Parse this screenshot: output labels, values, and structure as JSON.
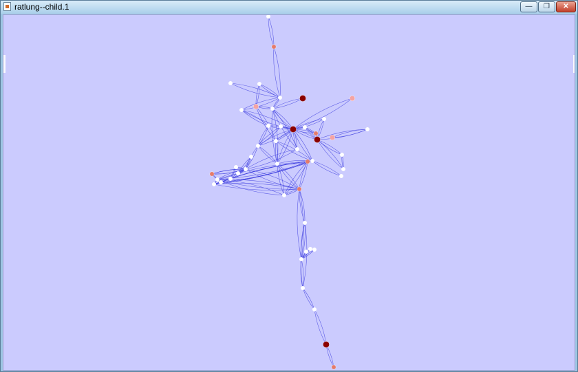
{
  "window": {
    "title": "ratlung--child.1"
  },
  "controls": {
    "minimize_symbol": "—",
    "maximize_symbol": "❐",
    "close_symbol": "✕"
  },
  "graph": {
    "colors": {
      "background": "#cbcbfe",
      "edge": "#3a3ade",
      "node_white": "#ffffff",
      "node_pink": "#f4a3a3",
      "node_salmon": "#e47b6b",
      "node_dark": "#8b0000"
    },
    "nodes": [
      {
        "id": "n1",
        "shade": "white",
        "label": ""
      },
      {
        "id": "n2",
        "shade": "salmon",
        "label": ""
      },
      {
        "id": "n3",
        "shade": "white",
        "label": ""
      },
      {
        "id": "n4",
        "shade": "white",
        "label": ""
      },
      {
        "id": "n5",
        "shade": "white",
        "label": ""
      },
      {
        "id": "n6",
        "shade": "pink",
        "label": ""
      },
      {
        "id": "n7",
        "shade": "dark",
        "label": ""
      },
      {
        "id": "n8",
        "shade": "white",
        "label": ""
      },
      {
        "id": "n9",
        "shade": "pink",
        "label": ""
      },
      {
        "id": "n10",
        "shade": "white",
        "label": ""
      },
      {
        "id": "n11",
        "shade": "white",
        "label": ""
      },
      {
        "id": "n12",
        "shade": "white",
        "label": ""
      },
      {
        "id": "n13",
        "shade": "dark",
        "label": ""
      },
      {
        "id": "n14",
        "shade": "white",
        "label": ""
      },
      {
        "id": "n15",
        "shade": "white",
        "label": ""
      },
      {
        "id": "n16",
        "shade": "salmon",
        "label": ""
      },
      {
        "id": "n17",
        "shade": "dark",
        "label": ""
      },
      {
        "id": "n18",
        "shade": "white",
        "label": ""
      },
      {
        "id": "n19",
        "shade": "white",
        "label": ""
      },
      {
        "id": "n20",
        "shade": "pink",
        "label": ""
      },
      {
        "id": "n21",
        "shade": "white",
        "label": ""
      },
      {
        "id": "n22",
        "shade": "white",
        "label": ""
      },
      {
        "id": "n23",
        "shade": "white",
        "label": ""
      },
      {
        "id": "n24",
        "shade": "white",
        "label": ""
      },
      {
        "id": "n25",
        "shade": "white",
        "label": ""
      },
      {
        "id": "n26",
        "shade": "white",
        "label": ""
      },
      {
        "id": "n27",
        "shade": "white",
        "label": ""
      },
      {
        "id": "n28",
        "shade": "white",
        "label": ""
      },
      {
        "id": "n29",
        "shade": "salmon",
        "label": ""
      },
      {
        "id": "n30",
        "shade": "white",
        "label": ""
      },
      {
        "id": "n31",
        "shade": "white",
        "label": ""
      },
      {
        "id": "n32",
        "shade": "white",
        "label": ""
      },
      {
        "id": "n33",
        "shade": "white",
        "label": ""
      },
      {
        "id": "n34",
        "shade": "salmon",
        "label": ""
      },
      {
        "id": "n35",
        "shade": "white",
        "label": ""
      },
      {
        "id": "n36",
        "shade": "salmon",
        "label": ""
      },
      {
        "id": "n37",
        "shade": "white",
        "label": ""
      },
      {
        "id": "n38",
        "shade": "white",
        "label": ""
      },
      {
        "id": "n39",
        "shade": "white",
        "label": ""
      },
      {
        "id": "n40",
        "shade": "white",
        "label": ""
      },
      {
        "id": "n41",
        "shade": "white",
        "label": ""
      },
      {
        "id": "n42",
        "shade": "white",
        "label": ""
      },
      {
        "id": "n43",
        "shade": "dark",
        "label": ""
      },
      {
        "id": "n44",
        "shade": "salmon",
        "label": ""
      },
      {
        "id": "n45",
        "shade": "white",
        "label": ""
      },
      {
        "id": "n46",
        "shade": "white",
        "label": ""
      },
      {
        "id": "n47",
        "shade": "white",
        "label": ""
      },
      {
        "id": "n48",
        "shade": "white",
        "label": ""
      }
    ],
    "edges": [
      [
        "n1",
        "n2"
      ],
      [
        "n2",
        "n5"
      ],
      [
        "n3",
        "n5"
      ],
      [
        "n4",
        "n5"
      ],
      [
        "n4",
        "n6"
      ],
      [
        "n5",
        "n8"
      ],
      [
        "n5",
        "n10"
      ],
      [
        "n6",
        "n10"
      ],
      [
        "n7",
        "n10"
      ],
      [
        "n9",
        "n13"
      ],
      [
        "n10",
        "n13"
      ],
      [
        "n11",
        "n13"
      ],
      [
        "n12",
        "n13"
      ],
      [
        "n8",
        "n13"
      ],
      [
        "n13",
        "n14"
      ],
      [
        "n13",
        "n15"
      ],
      [
        "n13",
        "n16"
      ],
      [
        "n13",
        "n17"
      ],
      [
        "n13",
        "n19"
      ],
      [
        "n13",
        "n21"
      ],
      [
        "n13",
        "n22"
      ],
      [
        "n13",
        "n24"
      ],
      [
        "n13",
        "n25"
      ],
      [
        "n14",
        "n17"
      ],
      [
        "n15",
        "n17"
      ],
      [
        "n16",
        "n17"
      ],
      [
        "n17",
        "n18"
      ],
      [
        "n17",
        "n23"
      ],
      [
        "n17",
        "n26"
      ],
      [
        "n18",
        "n20"
      ],
      [
        "n10",
        "n22"
      ],
      [
        "n11",
        "n21"
      ],
      [
        "n12",
        "n21"
      ],
      [
        "n19",
        "n24"
      ],
      [
        "n19",
        "n25"
      ],
      [
        "n21",
        "n28"
      ],
      [
        "n22",
        "n28"
      ],
      [
        "n24",
        "n25"
      ],
      [
        "n25",
        "n27"
      ],
      [
        "n25",
        "n30"
      ],
      [
        "n25",
        "n31"
      ],
      [
        "n25",
        "n32"
      ],
      [
        "n24",
        "n33"
      ],
      [
        "n28",
        "n29"
      ],
      [
        "n28",
        "n30"
      ],
      [
        "n28",
        "n34"
      ],
      [
        "n29",
        "n30"
      ],
      [
        "n30",
        "n31"
      ],
      [
        "n30",
        "n32"
      ],
      [
        "n30",
        "n33"
      ],
      [
        "n31",
        "n32"
      ],
      [
        "n31",
        "n36"
      ],
      [
        "n33",
        "n36"
      ],
      [
        "n32",
        "n36"
      ],
      [
        "n36",
        "n34"
      ],
      [
        "n24",
        "n34"
      ],
      [
        "n33",
        "n34"
      ],
      [
        "n31",
        "n34"
      ],
      [
        "n30",
        "n34"
      ],
      [
        "n23",
        "n26"
      ],
      [
        "n14",
        "n16"
      ],
      [
        "n34",
        "n35"
      ],
      [
        "n35",
        "n37"
      ],
      [
        "n34",
        "n37"
      ],
      [
        "n37",
        "n38"
      ],
      [
        "n37",
        "n39"
      ],
      [
        "n37",
        "n40"
      ],
      [
        "n37",
        "n41"
      ],
      [
        "n35",
        "n41"
      ],
      [
        "n41",
        "n42"
      ],
      [
        "n42",
        "n43"
      ],
      [
        "n43",
        "n44"
      ],
      [
        "n38",
        "n40"
      ],
      [
        "n8",
        "n11"
      ],
      [
        "n6",
        "n19"
      ],
      [
        "n10",
        "n24"
      ],
      [
        "n24",
        "n21"
      ],
      [
        "n29",
        "n28"
      ],
      [
        "n45",
        "n28"
      ],
      [
        "n46",
        "n28"
      ],
      [
        "n47",
        "n28"
      ],
      [
        "n48",
        "n28"
      ],
      [
        "n45",
        "n46"
      ],
      [
        "n47",
        "n48"
      ]
    ]
  }
}
